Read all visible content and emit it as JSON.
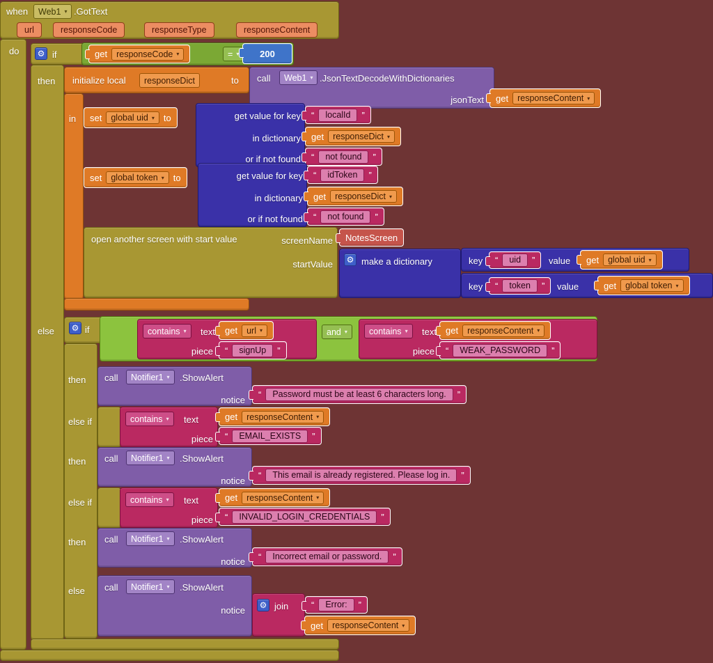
{
  "icons": {
    "gear": "⚙",
    "dropdown_arrow": "▾",
    "quote_open": "“",
    "quote_close": "”"
  },
  "common": {
    "when": "when",
    "do": "do",
    "if": "if",
    "then": "then",
    "else": "else",
    "else_if": "else if",
    "get": "get",
    "set": "set",
    "to": "to",
    "in": "in",
    "call": "call",
    "and": "and",
    "text": "text",
    "piece": "piece",
    "contains": "contains",
    "notice": "notice",
    "key": "key",
    "value": "value",
    "join": "join",
    "eq": "="
  },
  "event": {
    "component": "Web1",
    "name": ".GotText",
    "params": [
      "url",
      "responseCode",
      "responseType",
      "responseContent"
    ]
  },
  "condition1": {
    "var": "responseCode",
    "number": "200"
  },
  "init_local": {
    "label": "initialize local",
    "name": "responseDict"
  },
  "call_decode": {
    "component": "Web1",
    "method": ".JsonTextDecodeWithDictionaries",
    "arg_label": "jsonText",
    "arg_var": "responseContent"
  },
  "lookup_uid": {
    "set_var": "global uid",
    "row1": "get value for key",
    "key": "localId",
    "row2": "in dictionary",
    "dict_var": "responseDict",
    "row3": "or if not found",
    "fallback": "not found"
  },
  "lookup_token": {
    "set_var": "global token",
    "row1": "get value for key",
    "key": "idToken",
    "row2": "in dictionary",
    "dict_var": "responseDict",
    "row3": "or if not found",
    "fallback": "not found"
  },
  "open_screen": {
    "label": "open another screen with start value",
    "screen_name_label": "screenName",
    "screen": "NotesScreen",
    "start_value_label": "startValue",
    "make_dict_label": "make a dictionary",
    "pairs": [
      {
        "key": "uid",
        "value_var": "global uid"
      },
      {
        "key": "token",
        "value_var": "global token"
      }
    ]
  },
  "condition2": {
    "left_var": "url",
    "left_piece": "signUp",
    "right_var": "responseContent",
    "right_piece": "WEAK_PASSWORD"
  },
  "elseif_conditions": [
    {
      "var": "responseContent",
      "piece": "EMAIL_EXISTS"
    },
    {
      "var": "responseContent",
      "piece": "INVALID_LOGIN_CREDENTIALS"
    }
  ],
  "alerts": [
    {
      "component": "Notifier1",
      "method": ".ShowAlert",
      "message": "Password must be at least 6 characters long."
    },
    {
      "component": "Notifier1",
      "method": ".ShowAlert",
      "message": "This email is already registered. Please log in."
    },
    {
      "component": "Notifier1",
      "method": ".ShowAlert",
      "message": "Incorrect email or password."
    }
  ],
  "final_alert": {
    "component": "Notifier1",
    "method": ".ShowAlert",
    "join_str": "Error:",
    "join_var": "responseContent"
  }
}
